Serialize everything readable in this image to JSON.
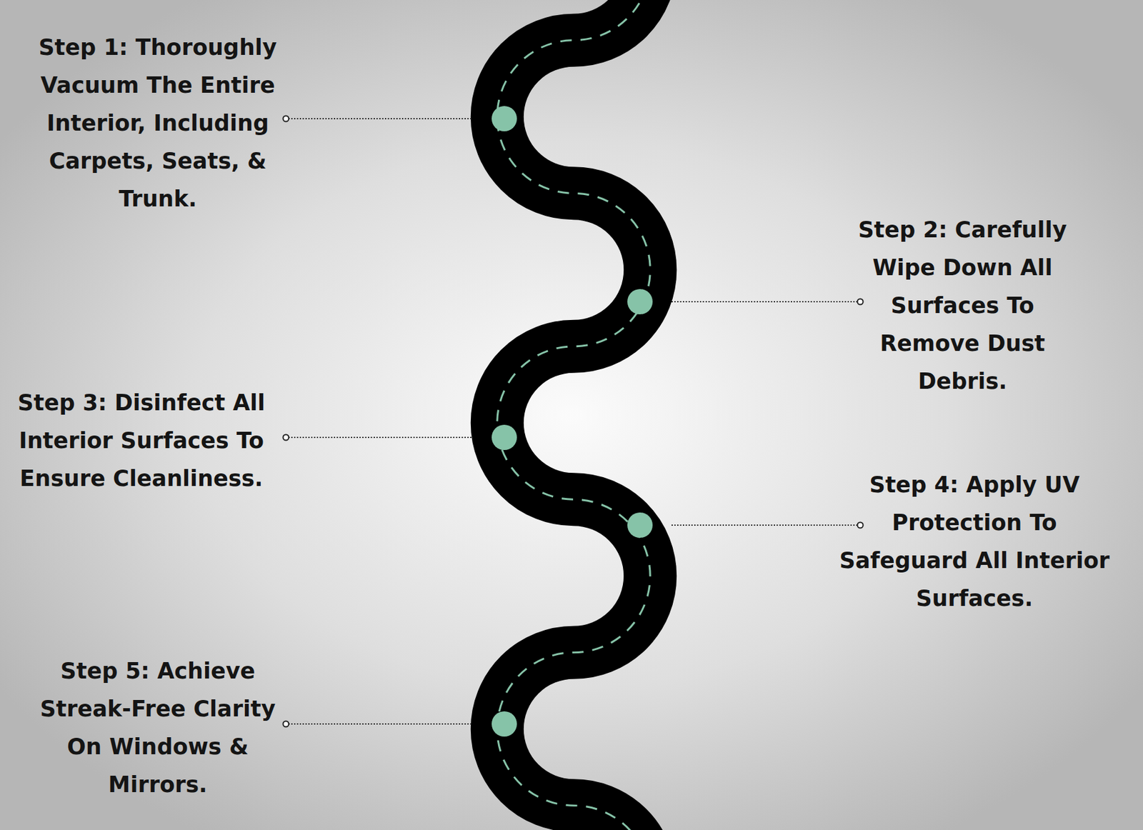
{
  "diagram": {
    "labels": [
      "Step 1: Thoroughly Vacuum The Entire Interior, Including Carpets, Seats, & Trunk.",
      "Step 2: Carefully Wipe Down All Surfaces To Remove Dust Debris.",
      "Step 3: Disinfect All Interior Surfaces To Ensure Cleanliness.",
      "Step 4: Apply UV Protection To Safeguard All Interior Surfaces.",
      "Step 5: Achieve Streak-Free Clarity On Windows & Mirrors."
    ]
  }
}
